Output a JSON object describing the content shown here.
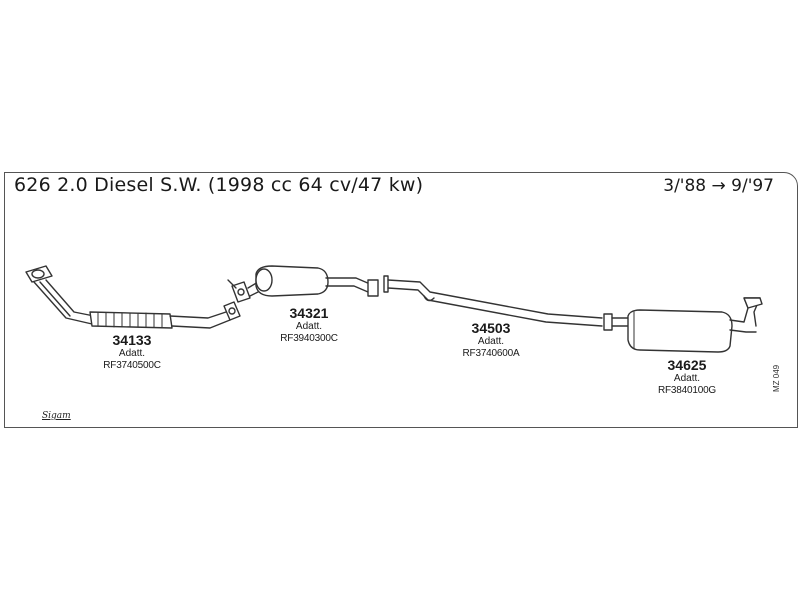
{
  "diagram": {
    "title": "626 2.0 Diesel S.W. (1998 cc 64 cv/47 kw)",
    "period": "3/'88 → 9/'97",
    "brand": "Sigam",
    "drawing_code": "MZ 049",
    "parts": [
      {
        "number": "34133",
        "note": "Adatt.",
        "ref": "RF3740500C"
      },
      {
        "number": "34321",
        "note": "Adatt.",
        "ref": "RF3940300C"
      },
      {
        "number": "34503",
        "note": "Adatt.",
        "ref": "RF3740600A"
      },
      {
        "number": "34625",
        "note": "Adatt.",
        "ref": "RF3840100G"
      }
    ]
  }
}
